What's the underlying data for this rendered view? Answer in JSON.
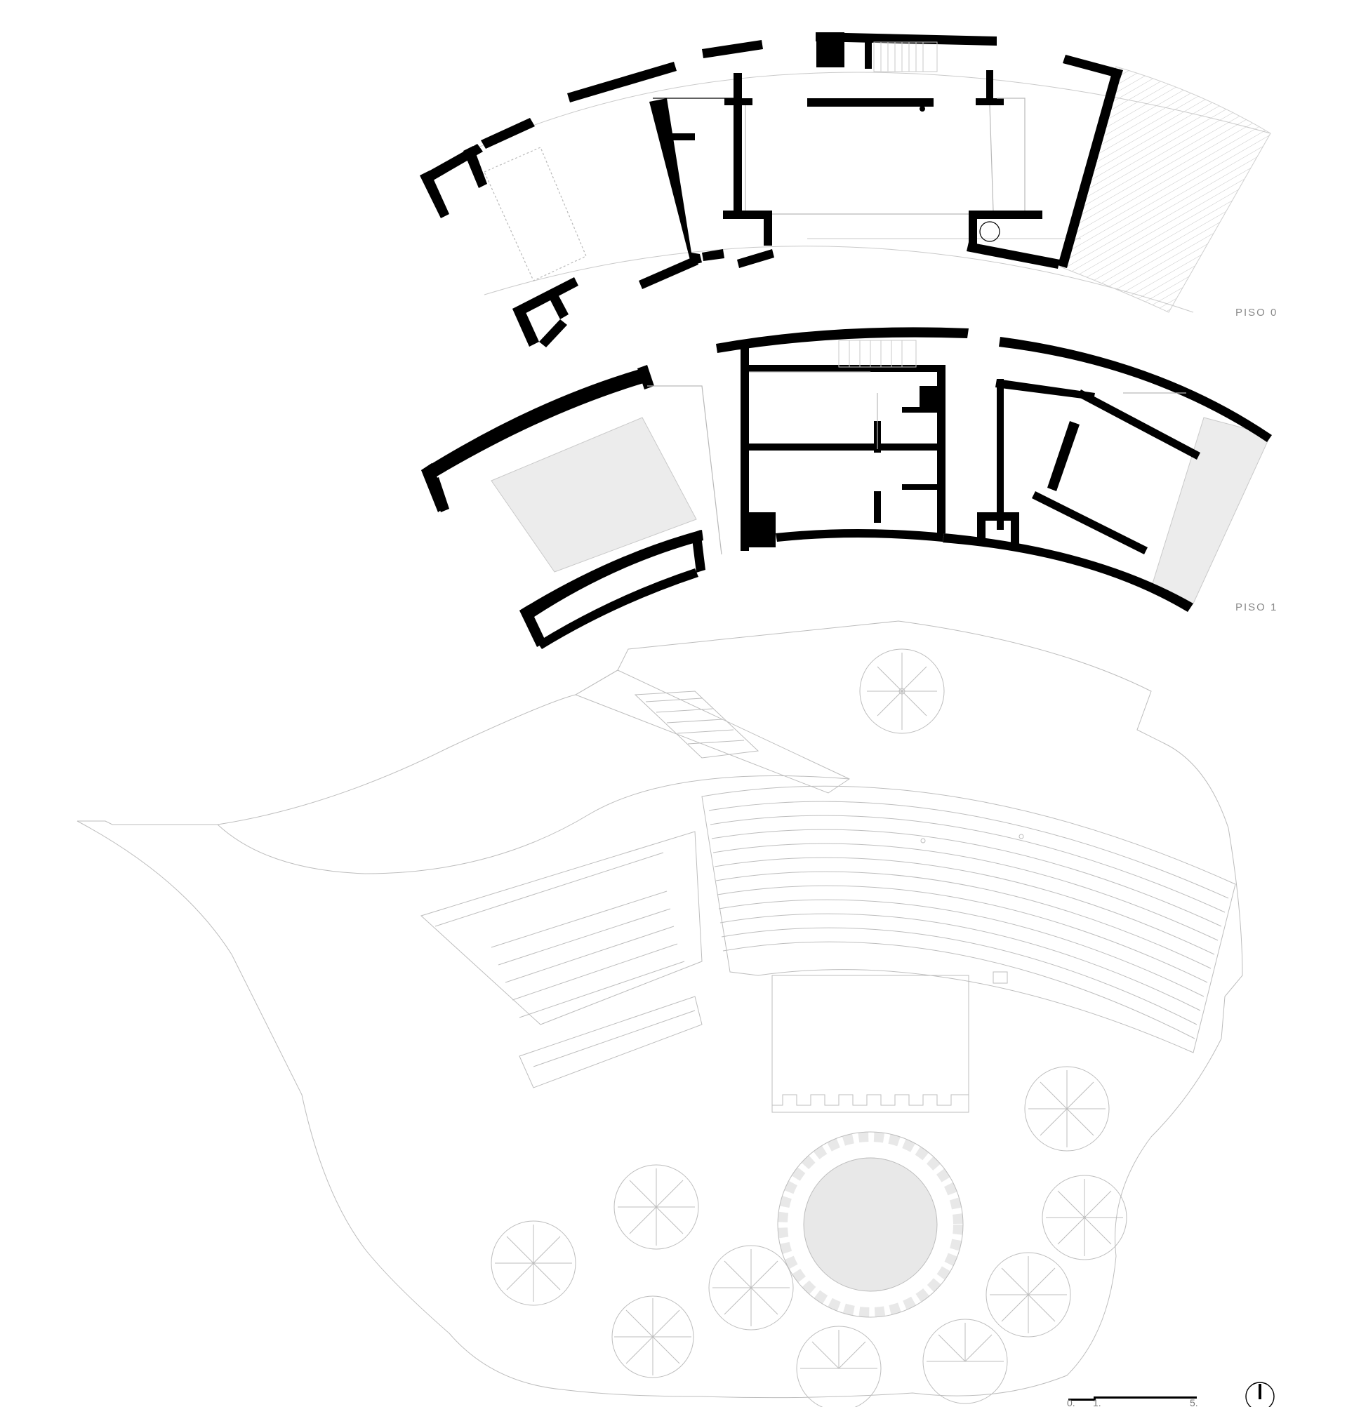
{
  "labels": {
    "floor0": "PISO 0",
    "floor1": "PISO 1"
  },
  "scale_bar": {
    "ticks": [
      "0.",
      "1.",
      "5."
    ]
  },
  "colors": {
    "wall": "#000000",
    "site_line": "#bdbdbd",
    "patio_fill": "#ececec",
    "pool_fill": "#e8e8e8"
  },
  "icons": {
    "north": "north-arrow-icon",
    "tree": "tree-symbol-icon"
  }
}
